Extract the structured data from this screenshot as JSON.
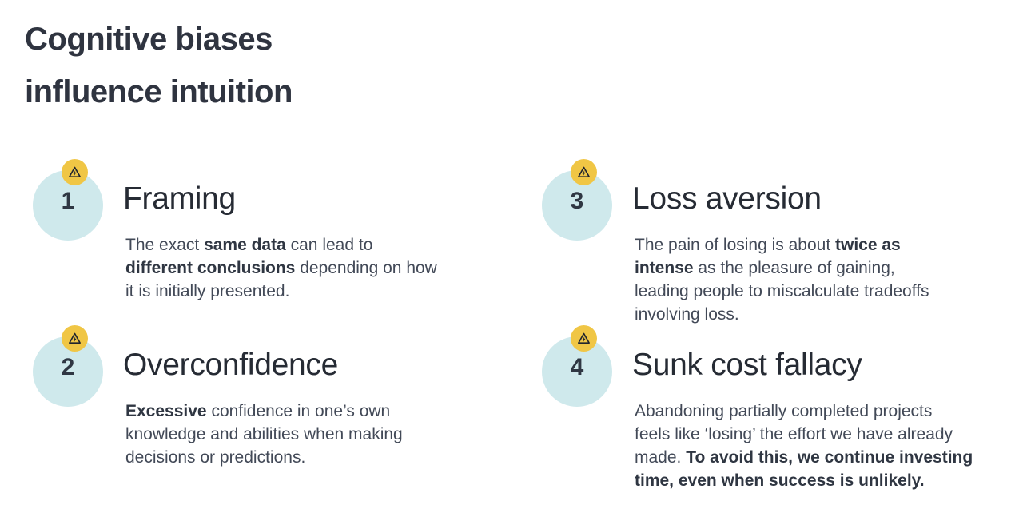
{
  "page": {
    "background": "#FFFFFF"
  },
  "title": {
    "line1": "Cognitive biases",
    "line2": "influence intuition"
  },
  "colors": {
    "title_text": "#2F3440",
    "heading_text": "#262B34",
    "body_text": "#424957",
    "bold_text": "#2F3642",
    "circle_teal": "#CFE9EC",
    "badge_yellow": "#F0C645",
    "badge_glyph": "#20242E",
    "number_text": "#2F3743",
    "page_bg": "#FFFFFF"
  },
  "items": [
    {
      "number": "1",
      "heading": "Framing",
      "icon": "hazard-lightning-icon",
      "body_lines": [
        [
          {
            "t": "The exact ",
            "b": 0
          },
          {
            "t": "same data",
            "b": 1
          },
          {
            "t": " can lead to",
            "b": 0
          }
        ],
        [
          {
            "t": "different conclusions",
            "b": 1
          },
          {
            "t": " depending on how",
            "b": 0
          }
        ],
        [
          {
            "t": "it is initially presented.",
            "b": 0
          }
        ]
      ]
    },
    {
      "number": "2",
      "heading": "Overconfidence",
      "icon": "hazard-lightning-icon",
      "body_lines": [
        [
          {
            "t": "Excessive",
            "b": 1
          },
          {
            "t": " confidence in one’s own",
            "b": 0
          }
        ],
        [
          {
            "t": "knowledge and abilities when making",
            "b": 0
          }
        ],
        [
          {
            "t": "decisions or predictions.",
            "b": 0
          }
        ]
      ]
    },
    {
      "number": "3",
      "heading": "Loss aversion",
      "icon": "hazard-lightning-icon",
      "body_lines": [
        [
          {
            "t": "The pain of losing is about ",
            "b": 0
          },
          {
            "t": "twice as",
            "b": 1
          }
        ],
        [
          {
            "t": "intense",
            "b": 1
          },
          {
            "t": " as the pleasure of gaining,",
            "b": 0
          }
        ],
        [
          {
            "t": "leading people to miscalculate tradeoffs",
            "b": 0
          }
        ],
        [
          {
            "t": "involving loss.",
            "b": 0
          }
        ]
      ]
    },
    {
      "number": "4",
      "heading": "Sunk cost fallacy",
      "icon": "hazard-lightning-icon",
      "body_lines": [
        [
          {
            "t": "Abandoning partially completed projects",
            "b": 0
          }
        ],
        [
          {
            "t": "feels like ‘losing’ the effort we have already",
            "b": 0
          }
        ],
        [
          {
            "t": "made. ",
            "b": 0
          },
          {
            "t": "To avoid this, we continue investing",
            "b": 1
          }
        ],
        [
          {
            "t": "time, even when success is unlikely.",
            "b": 1
          }
        ]
      ]
    }
  ]
}
